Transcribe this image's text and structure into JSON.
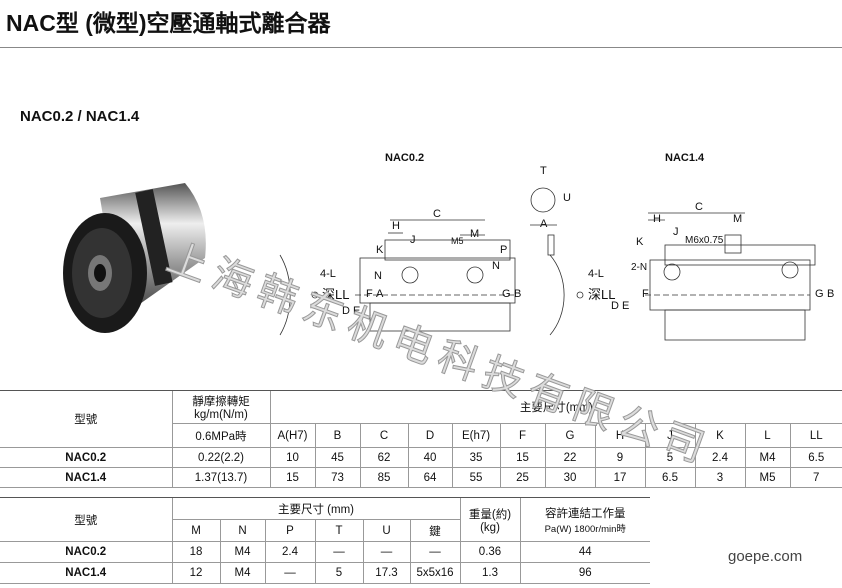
{
  "title": "NAC型 (微型)空壓通軸式離合器",
  "subtitle": "NAC0.2 / NAC1.4",
  "diagrams": {
    "nac02": {
      "label": "NAC0.2",
      "dims": [
        "C",
        "H",
        "J",
        "K",
        "M",
        "M5",
        "P",
        "N",
        "N",
        "4-L",
        "深LL",
        "F",
        "A",
        "D",
        "E",
        "G",
        "B"
      ]
    },
    "key": {
      "dims": [
        "T",
        "U",
        "A",
        "4-L",
        "深LL"
      ]
    },
    "nac14": {
      "label": "NAC1.4",
      "dims": [
        "C",
        "H",
        "M",
        "J",
        "K",
        "M6x0.75",
        "2-N",
        "F",
        "D",
        "E",
        "G",
        "B"
      ]
    }
  },
  "watermark": "上海韩东机电科技有限公司",
  "table1": {
    "model_header": "型號",
    "torque_header": "靜摩擦轉矩",
    "torque_unit": "kg/m(N/m)",
    "torque_cond": "0.6MPa時",
    "dims_header": "主要尺寸(mm)",
    "columns": [
      "A(H7)",
      "B",
      "C",
      "D",
      "E(h7)",
      "F",
      "G",
      "H",
      "J",
      "K",
      "L",
      "LL"
    ],
    "rows": [
      {
        "model": "NAC0.2",
        "torque": "0.22(2.2)",
        "values": [
          "10",
          "45",
          "62",
          "40",
          "35",
          "15",
          "22",
          "9",
          "5",
          "2.4",
          "M4",
          "6.5"
        ]
      },
      {
        "model": "NAC1.4",
        "torque": "1.37(13.7)",
        "values": [
          "15",
          "73",
          "85",
          "64",
          "55",
          "25",
          "30",
          "17",
          "6.5",
          "3",
          "M5",
          "7"
        ]
      }
    ]
  },
  "table2": {
    "model_header": "型號",
    "dims_header": "主要尺寸 (mm)",
    "columns": [
      "M",
      "N",
      "P",
      "T",
      "U",
      "鍵"
    ],
    "weight_header": "重量(約)",
    "weight_unit": "(kg)",
    "work_header": "容許連結工作量",
    "work_unit": "Pa(W) 1800r/min時",
    "rows": [
      {
        "model": "NAC0.2",
        "values": [
          "18",
          "M4",
          "2.4",
          "—",
          "—",
          "—"
        ],
        "weight": "0.36",
        "work": "44"
      },
      {
        "model": "NAC1.4",
        "values": [
          "12",
          "M4",
          "—",
          "5",
          "17.3",
          "5x5x16"
        ],
        "weight": "1.3",
        "work": "96"
      }
    ]
  },
  "site": "goepe.com"
}
